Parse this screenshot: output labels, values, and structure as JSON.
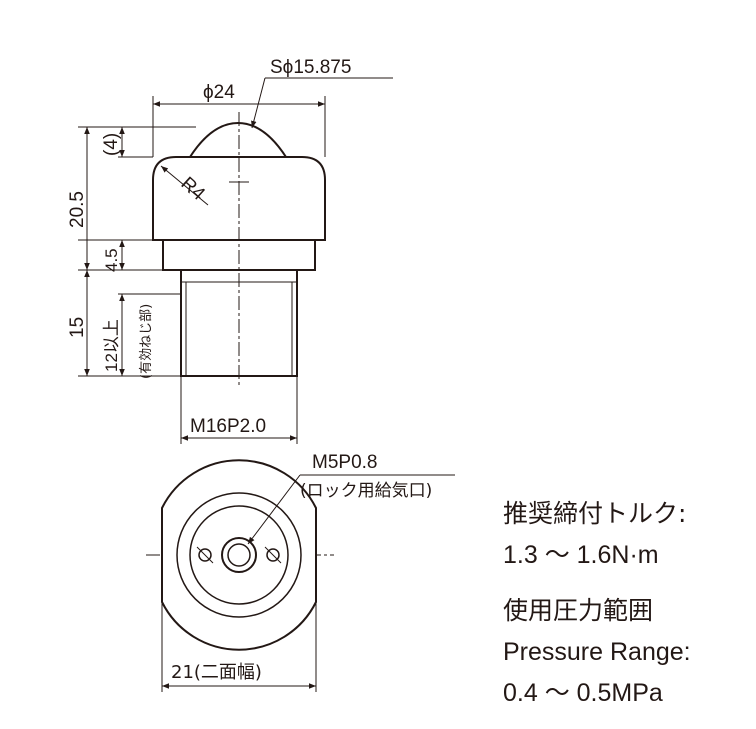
{
  "drawing": {
    "dims": {
      "sphere": "Sϕ15.875",
      "diameter": "ϕ24",
      "radius": "R4",
      "ball_height": "(4)",
      "total_height": "20.5",
      "collar_height": "4.5",
      "thread_length": "15",
      "effective_thread": "12以上",
      "effective_thread_note": "(有効ねじ部)",
      "thread_size": "M16P2.0",
      "port_size": "M5P0.8",
      "port_note": "(ロック用給気口)",
      "across_flats": "21(二面幅)"
    }
  },
  "specs": {
    "torque_label": "推奨締付トルク:",
    "torque_value": "1.3 〜 1.6N·m",
    "pressure_label_jp": "使用圧力範囲",
    "pressure_label_en": "Pressure Range:",
    "pressure_value": "0.4 〜 0.5MPa"
  }
}
